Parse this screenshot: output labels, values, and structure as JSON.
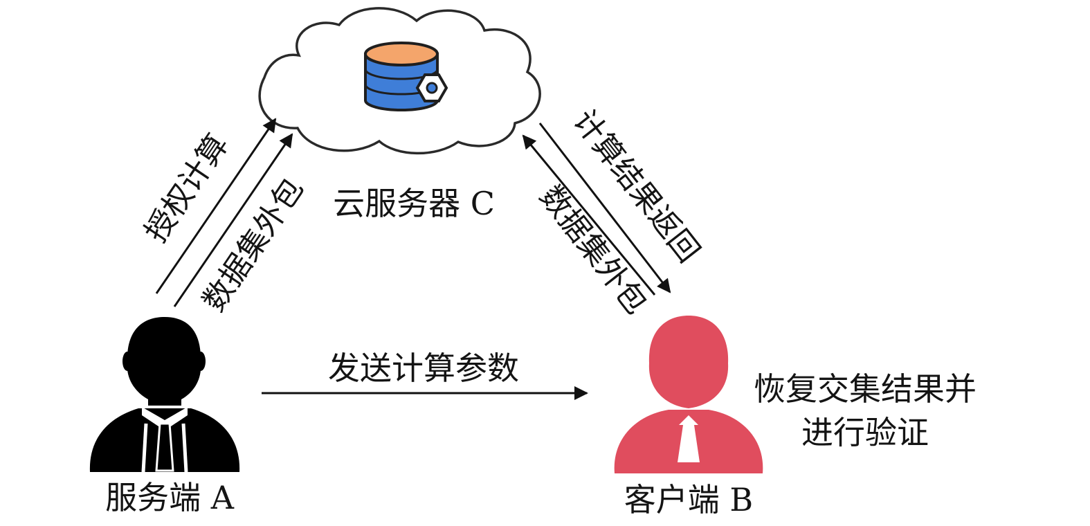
{
  "nodes": {
    "cloud_server": {
      "label": "云服务器 C",
      "icon": "database-gear-icon"
    },
    "server_a": {
      "label": "服务端 A",
      "icon": "businessman-icon"
    },
    "client_b": {
      "label": "客户端 B",
      "icon": "user-icon"
    }
  },
  "edges": {
    "a_to_c_auth": "授权计算",
    "a_to_c_outsource": "数据集外包",
    "b_to_c_outsource": "数据集外包",
    "c_to_b_return": "计算结果返回",
    "a_to_b_params": "发送计算参数"
  },
  "annotation": {
    "line1": "恢复交集结果并",
    "line2": "进行验证"
  },
  "colors": {
    "client": "#e04d5e",
    "server": "#000000",
    "db_top": "#f4a56b",
    "db_body": "#3f7ed8",
    "cloud_stroke": "#2a2a2a",
    "arrow": "#111111"
  }
}
